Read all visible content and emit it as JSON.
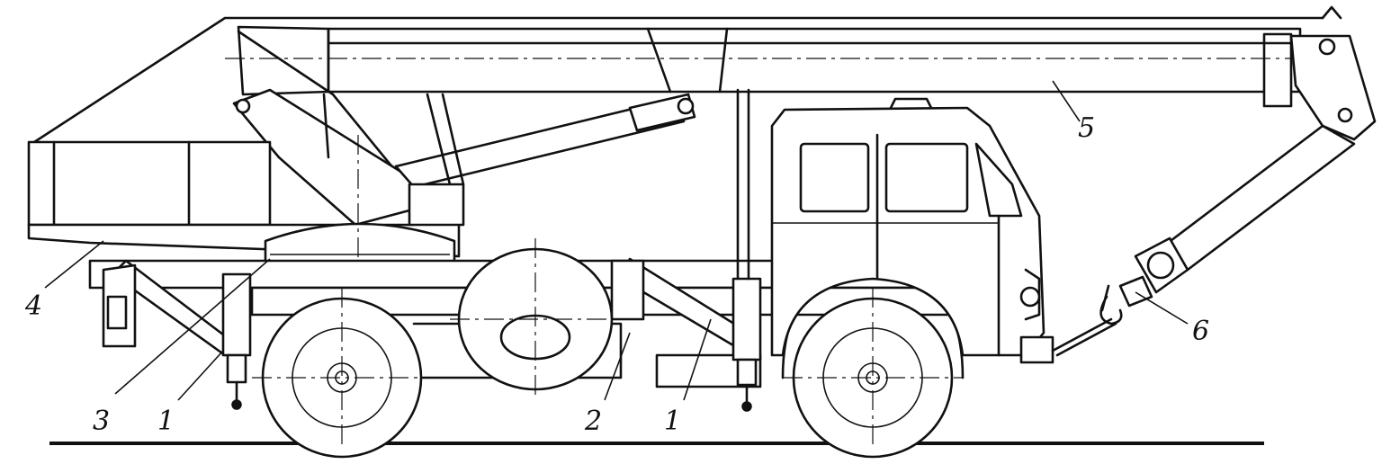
{
  "callouts": [
    {
      "id": "1a",
      "label": "1"
    },
    {
      "id": "1b",
      "label": "1"
    },
    {
      "id": "2",
      "label": "2"
    },
    {
      "id": "3",
      "label": "3"
    },
    {
      "id": "4",
      "label": "4"
    },
    {
      "id": "5",
      "label": "5"
    },
    {
      "id": "6",
      "label": "6"
    }
  ],
  "colors": {
    "ink": "#111111",
    "paper": "#ffffff"
  }
}
